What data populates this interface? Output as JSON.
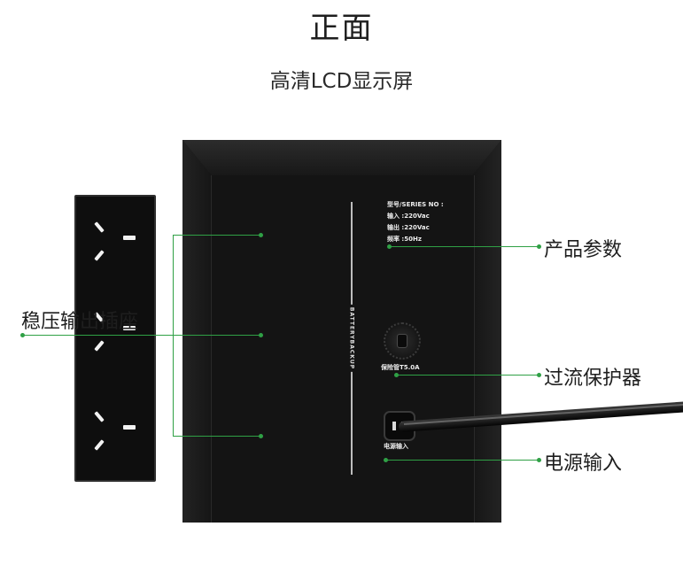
{
  "title": "正面",
  "subtitle": "高清LCD显示屏",
  "device": {
    "specs": [
      "型号/SERIES NO :",
      "输入 :220Vac",
      "输出 :220Vac",
      "频率 :50Hz"
    ],
    "battery_label": "BATTERYBACKUP",
    "fuse_label": "保险管T5.0A",
    "power_inlet_label": "电源输入"
  },
  "callouts": {
    "outlets": "稳压输出插座",
    "specs": "产品参数",
    "fuse": "过流保护器",
    "power": "电源输入"
  },
  "colors": {
    "accent": "#2fa045",
    "device_body": "#131313"
  }
}
